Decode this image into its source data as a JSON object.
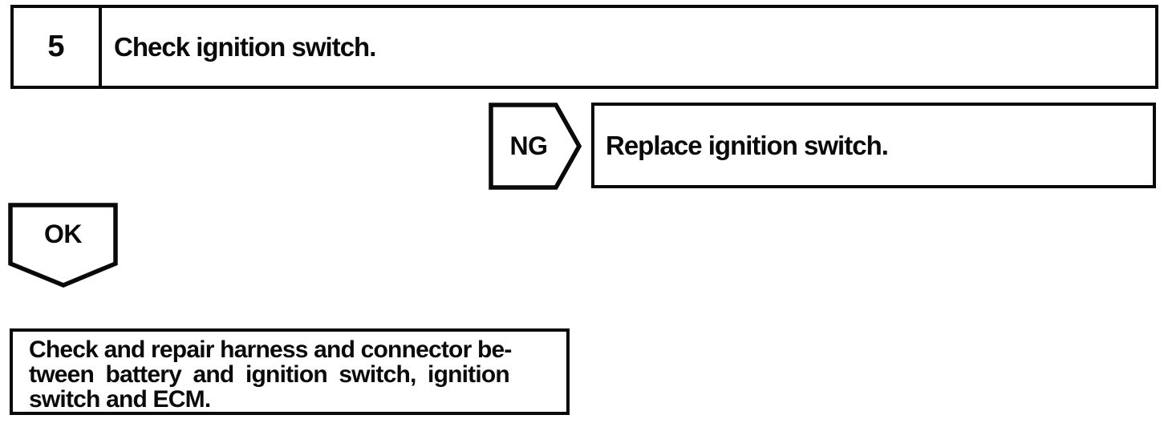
{
  "flowchart": {
    "step": {
      "number": "5",
      "instruction": "Check ignition switch."
    },
    "ng_branch": {
      "connector_label": "NG",
      "action": "Replace ignition switch."
    },
    "ok_branch": {
      "connector_label": "OK"
    },
    "ok_action": {
      "lines": [
        "Check and repair harness and connector be-",
        "tween battery and ignition switch, ignition",
        "switch and ECM."
      ]
    }
  },
  "colors": {
    "ink": "#0a0a0a",
    "paper": "#ffffff"
  }
}
